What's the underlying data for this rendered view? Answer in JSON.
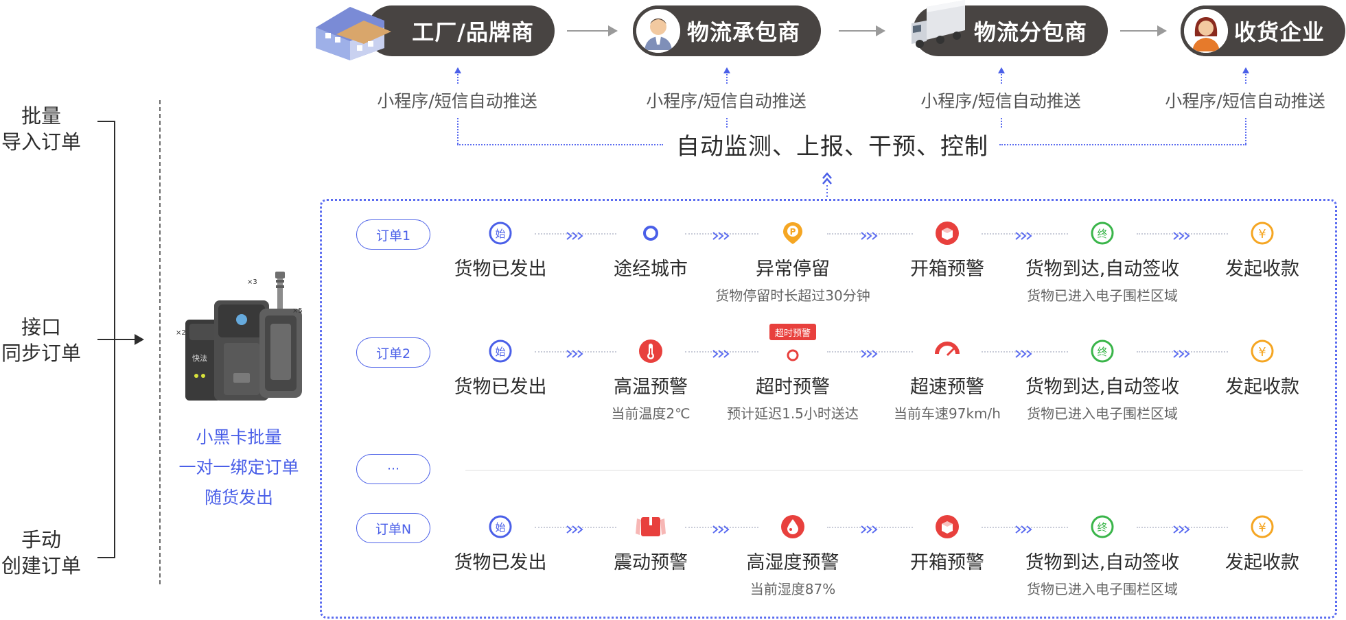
{
  "sources": {
    "items": [
      "批量\n导入订单",
      "接口\n同步订单",
      "手动\n创建订单"
    ]
  },
  "device_caption": [
    "小黑卡批量",
    "一对一绑定订单",
    "随货发出"
  ],
  "device_badges": [
    "×3",
    "×2",
    "×5"
  ],
  "device_brand": "快法",
  "parties": [
    {
      "label": "工厂/品牌商",
      "icon": "factory-icon"
    },
    {
      "label": "物流承包商",
      "icon": "male-avatar-icon"
    },
    {
      "label": "物流分包商",
      "icon": "truck-icon"
    },
    {
      "label": "收货企业",
      "icon": "female-avatar-icon"
    }
  ],
  "push_label": "小程序/短信自动推送",
  "monitor_label": "自动监测、上报、干预、控制",
  "orders": [
    {
      "tag": "订单1",
      "steps": [
        {
          "icon": "start-icon",
          "label": "货物已发出",
          "sub": ""
        },
        {
          "icon": "city-dot-icon",
          "label": "途经城市",
          "sub": ""
        },
        {
          "icon": "parking-pin-icon",
          "label": "异常停留",
          "sub": "货物停留时长超过30分钟"
        },
        {
          "icon": "box-open-icon",
          "label": "开箱预警",
          "sub": ""
        },
        {
          "icon": "end-icon",
          "label": "货物到达,自动签收",
          "sub": "货物已进入电子围栏区域"
        },
        {
          "icon": "yuan-icon",
          "label": "发起收款",
          "sub": ""
        }
      ]
    },
    {
      "tag": "订单2",
      "steps": [
        {
          "icon": "start-icon",
          "label": "货物已发出",
          "sub": ""
        },
        {
          "icon": "thermometer-icon",
          "label": "高温预警",
          "sub": "当前温度2℃"
        },
        {
          "icon": "timeout-icon",
          "label": "超时预警",
          "sub": "预计延迟1.5小时送达",
          "badge": "超时预警"
        },
        {
          "icon": "speedometer-icon",
          "label": "超速预警",
          "sub": "当前车速97km/h"
        },
        {
          "icon": "end-icon",
          "label": "货物到达,自动签收",
          "sub": "货物已进入电子围栏区域"
        },
        {
          "icon": "yuan-icon",
          "label": "发起收款",
          "sub": ""
        }
      ]
    },
    {
      "tag": "订单N",
      "steps": [
        {
          "icon": "start-icon",
          "label": "货物已发出",
          "sub": ""
        },
        {
          "icon": "vibration-box-icon",
          "label": "震动预警",
          "sub": ""
        },
        {
          "icon": "humidity-drop-icon",
          "label": "高湿度预警",
          "sub": "当前湿度87%"
        },
        {
          "icon": "box-open-icon",
          "label": "开箱预警",
          "sub": ""
        },
        {
          "icon": "end-icon",
          "label": "货物到达,自动签收",
          "sub": "货物已进入电子围栏区域"
        },
        {
          "icon": "yuan-icon",
          "label": "发起收款",
          "sub": ""
        }
      ]
    }
  ],
  "ellipsis_tag": "···",
  "icon_glyphs": {
    "start": "始",
    "end": "终",
    "yuan": "¥",
    "parking": "P"
  },
  "colors": {
    "accent": "#4a5fe8",
    "red": "#e8403d",
    "green": "#3ab54a",
    "orange": "#f5a623",
    "pill": "#484442"
  }
}
